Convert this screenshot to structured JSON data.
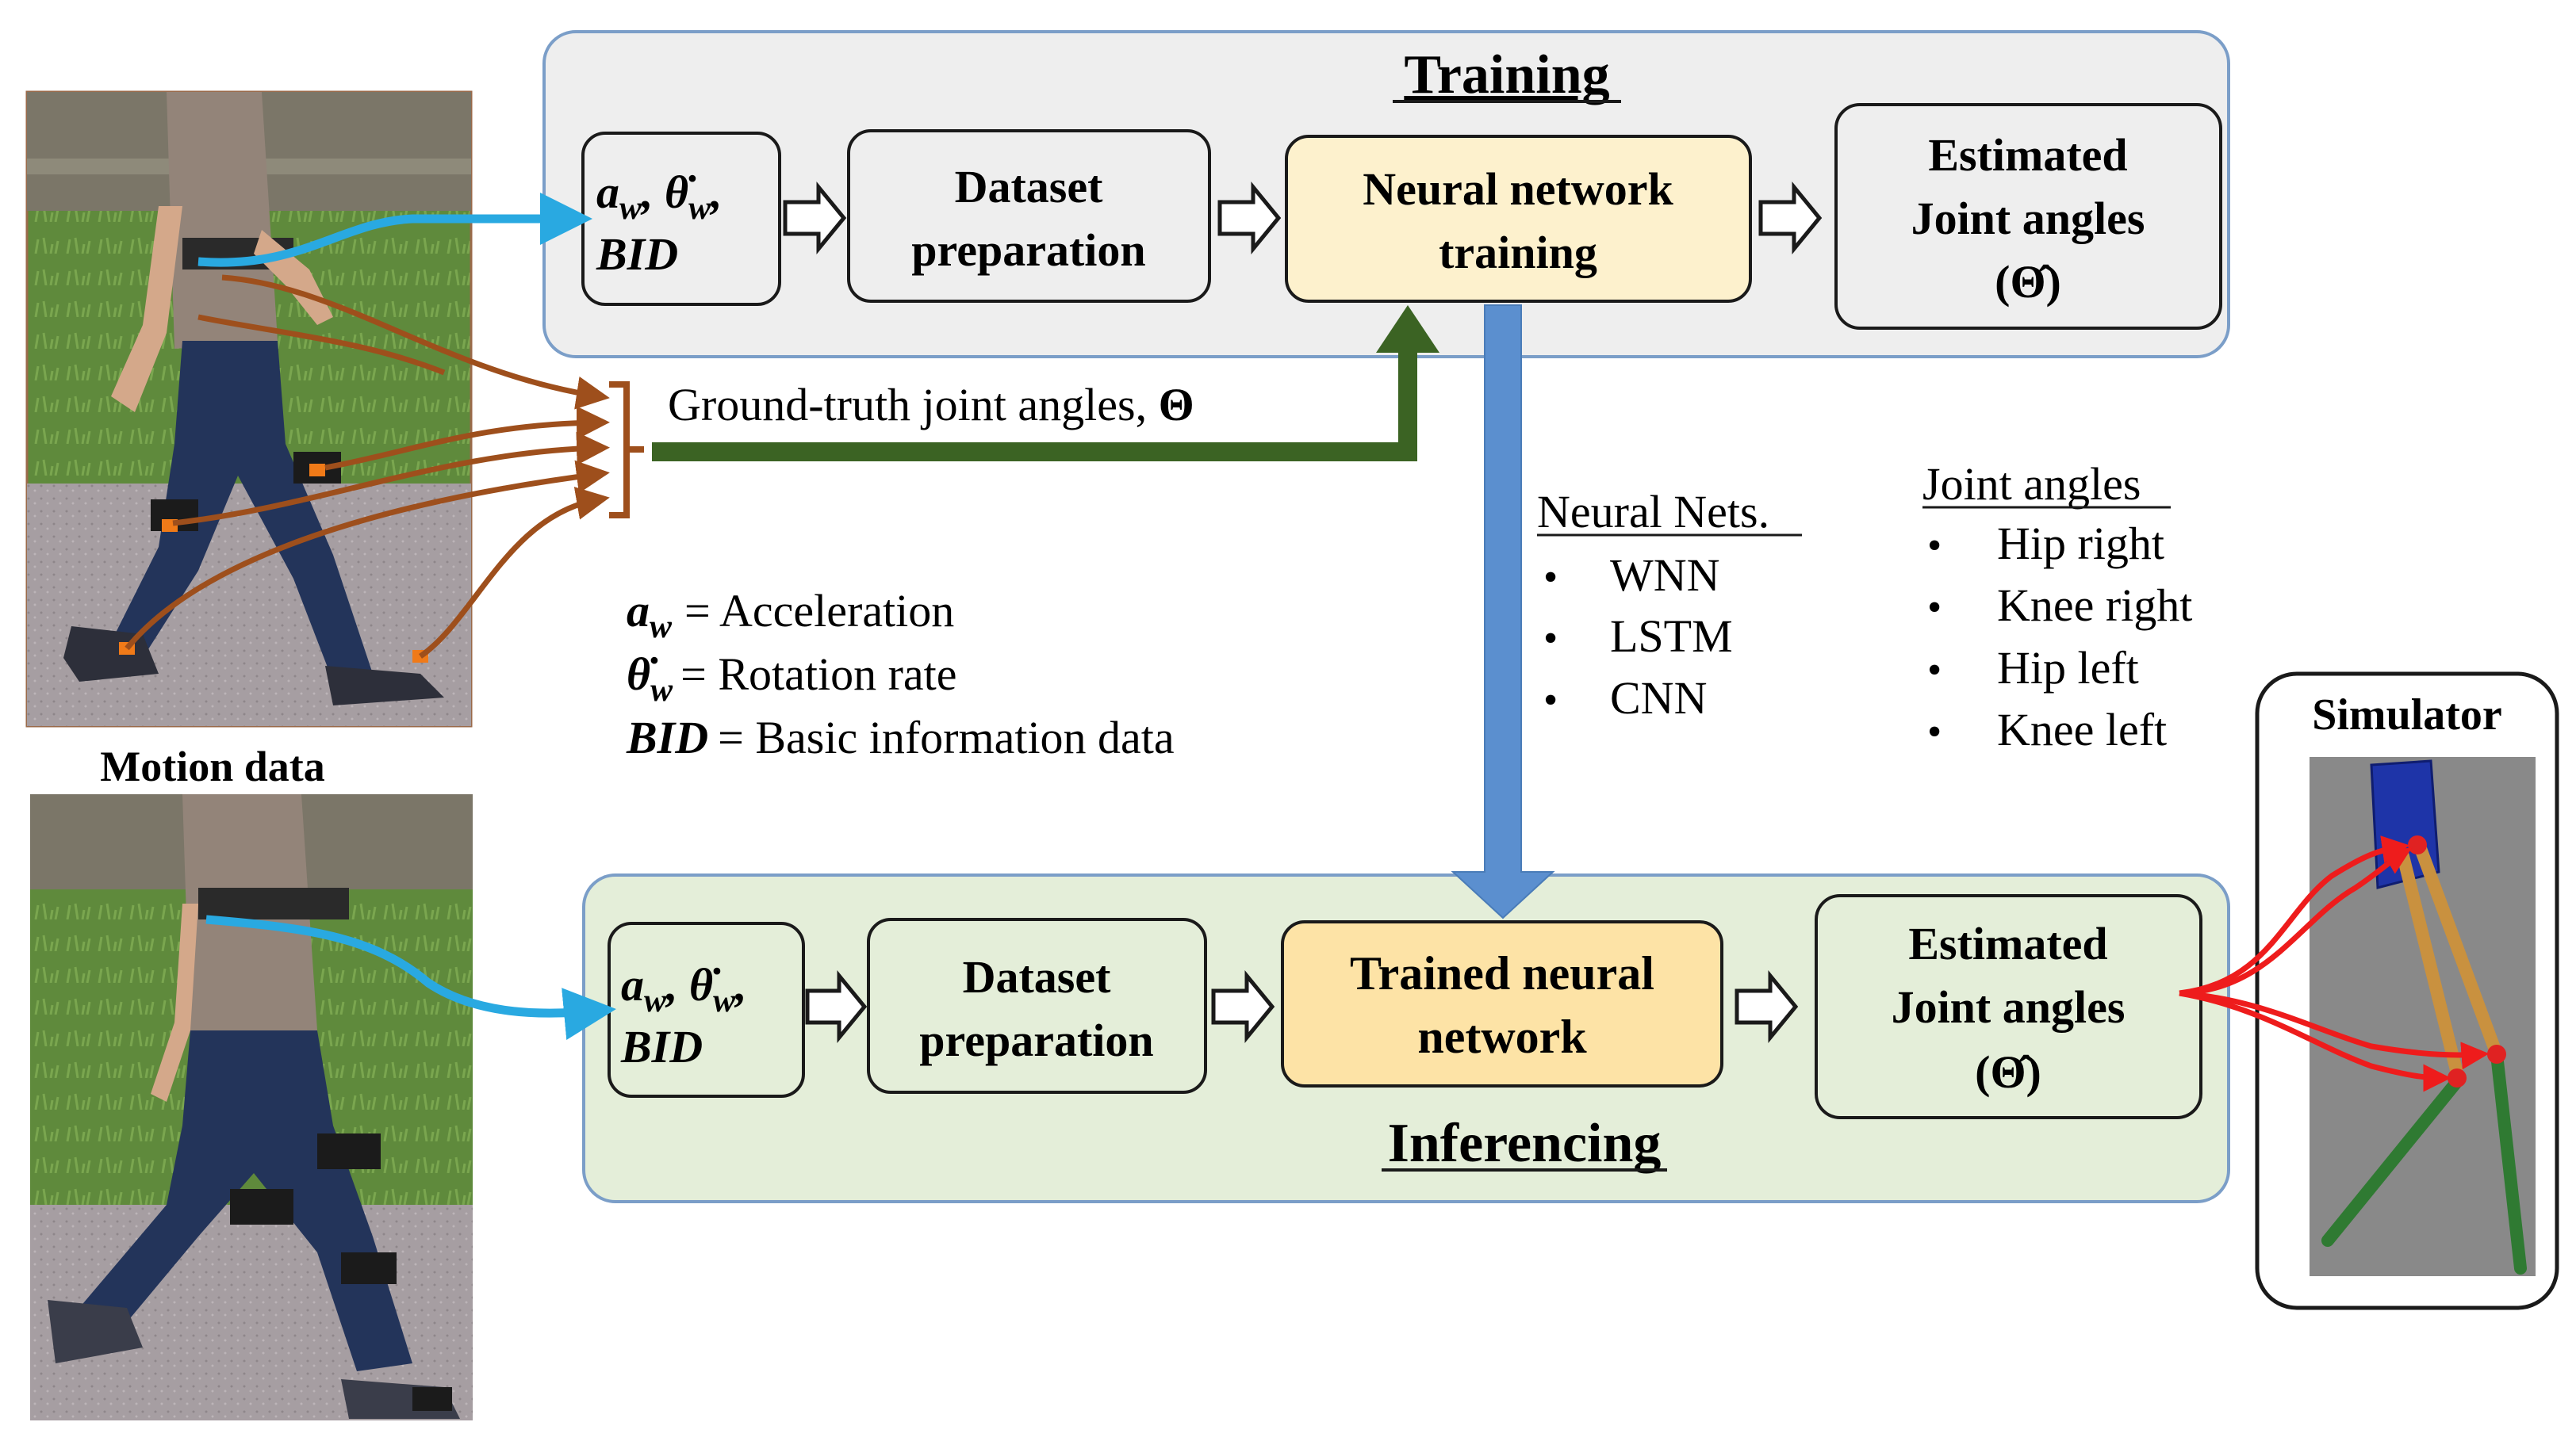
{
  "colors": {
    "training_panel": "#eeeeee",
    "inferencing_panel": "#e4eed9",
    "panel_border": "#7b9ec8",
    "highlight_box_training": "#fdf1cd",
    "highlight_box_inferencing": "#fde3a6",
    "sensor_arrow": "#29a9e1",
    "gt_arrow": "#3b6323",
    "leg_wire": "#9e4f1c",
    "down_arrow": "#5b8fcf",
    "sim_arrow": "#ee1c1c"
  },
  "training": {
    "title": "Training",
    "input_box": {
      "line1": "a",
      "line1_sub": "w",
      "theta": "θ̇",
      "theta_sub": "w",
      "line2": "BID"
    },
    "dataset_box": [
      "Dataset",
      "preparation"
    ],
    "nn_box": [
      "Neural network",
      "training"
    ],
    "output_box": [
      "Estimated",
      "Joint angles",
      "(Θ̂)"
    ]
  },
  "inferencing": {
    "title": "Inferencing",
    "input_box": {
      "line1": "a",
      "line1_sub": "w",
      "theta": "θ̇",
      "theta_sub": "w",
      "line2": "BID"
    },
    "dataset_box": [
      "Dataset",
      "preparation"
    ],
    "nn_box": [
      "Trained neural",
      "network"
    ],
    "output_box": [
      "Estimated",
      "Joint angles",
      "(Θ̂)"
    ]
  },
  "ground_truth_label": "Ground-truth joint angles, ",
  "ground_truth_symbol": "Θ",
  "legend": {
    "accel": "= Acceleration",
    "rotation": "= Rotation rate",
    "bid_sym": "BID",
    "bid": "= Basic information data"
  },
  "neural_nets": {
    "heading": "Neural Nets.",
    "items": [
      "WNN",
      "LSTM",
      "CNN"
    ]
  },
  "joint_angles": {
    "heading": "Joint angles",
    "items": [
      "Hip right",
      "Knee right",
      "Hip left",
      "Knee left"
    ]
  },
  "motion_data_label": "Motion data",
  "simulator_label": "Simulator",
  "bullet": "•"
}
